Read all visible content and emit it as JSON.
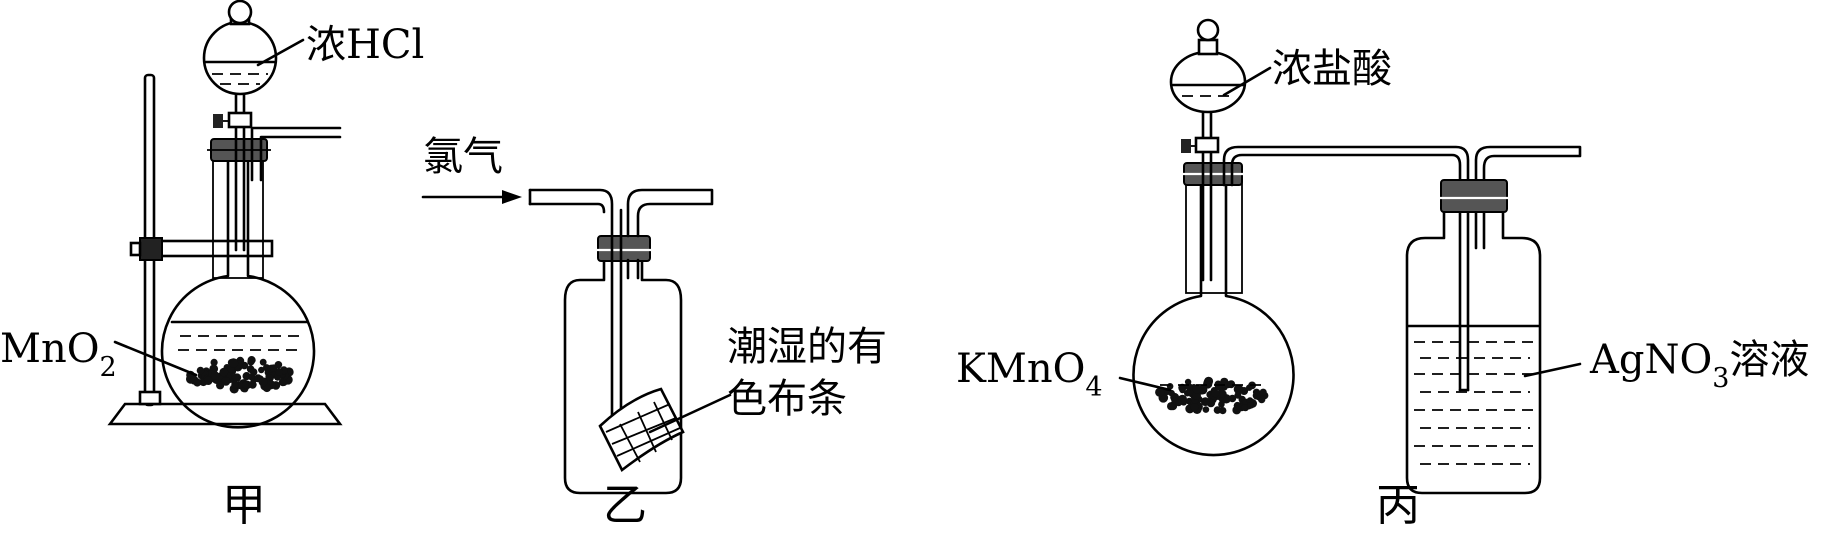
{
  "apparatus": {
    "jia": {
      "caption": "甲",
      "funnel_label": "浓HCl",
      "solid_label_main": "MnO",
      "solid_label_sub": "2"
    },
    "yi": {
      "caption": "乙",
      "gas_label": "氯气",
      "cloth_label_line1": "潮湿的有",
      "cloth_label_line2": "色布条"
    },
    "bing": {
      "caption": "丙",
      "funnel_label": "浓盐酸",
      "solid_label_main": "KMnO",
      "solid_label_sub": "4",
      "solution_label_main": "AgNO",
      "solution_label_sub": "3",
      "solution_label_suffix": "溶液"
    }
  },
  "colors": {
    "line": "#000000",
    "stopper": "#555555",
    "background": "#ffffff"
  }
}
